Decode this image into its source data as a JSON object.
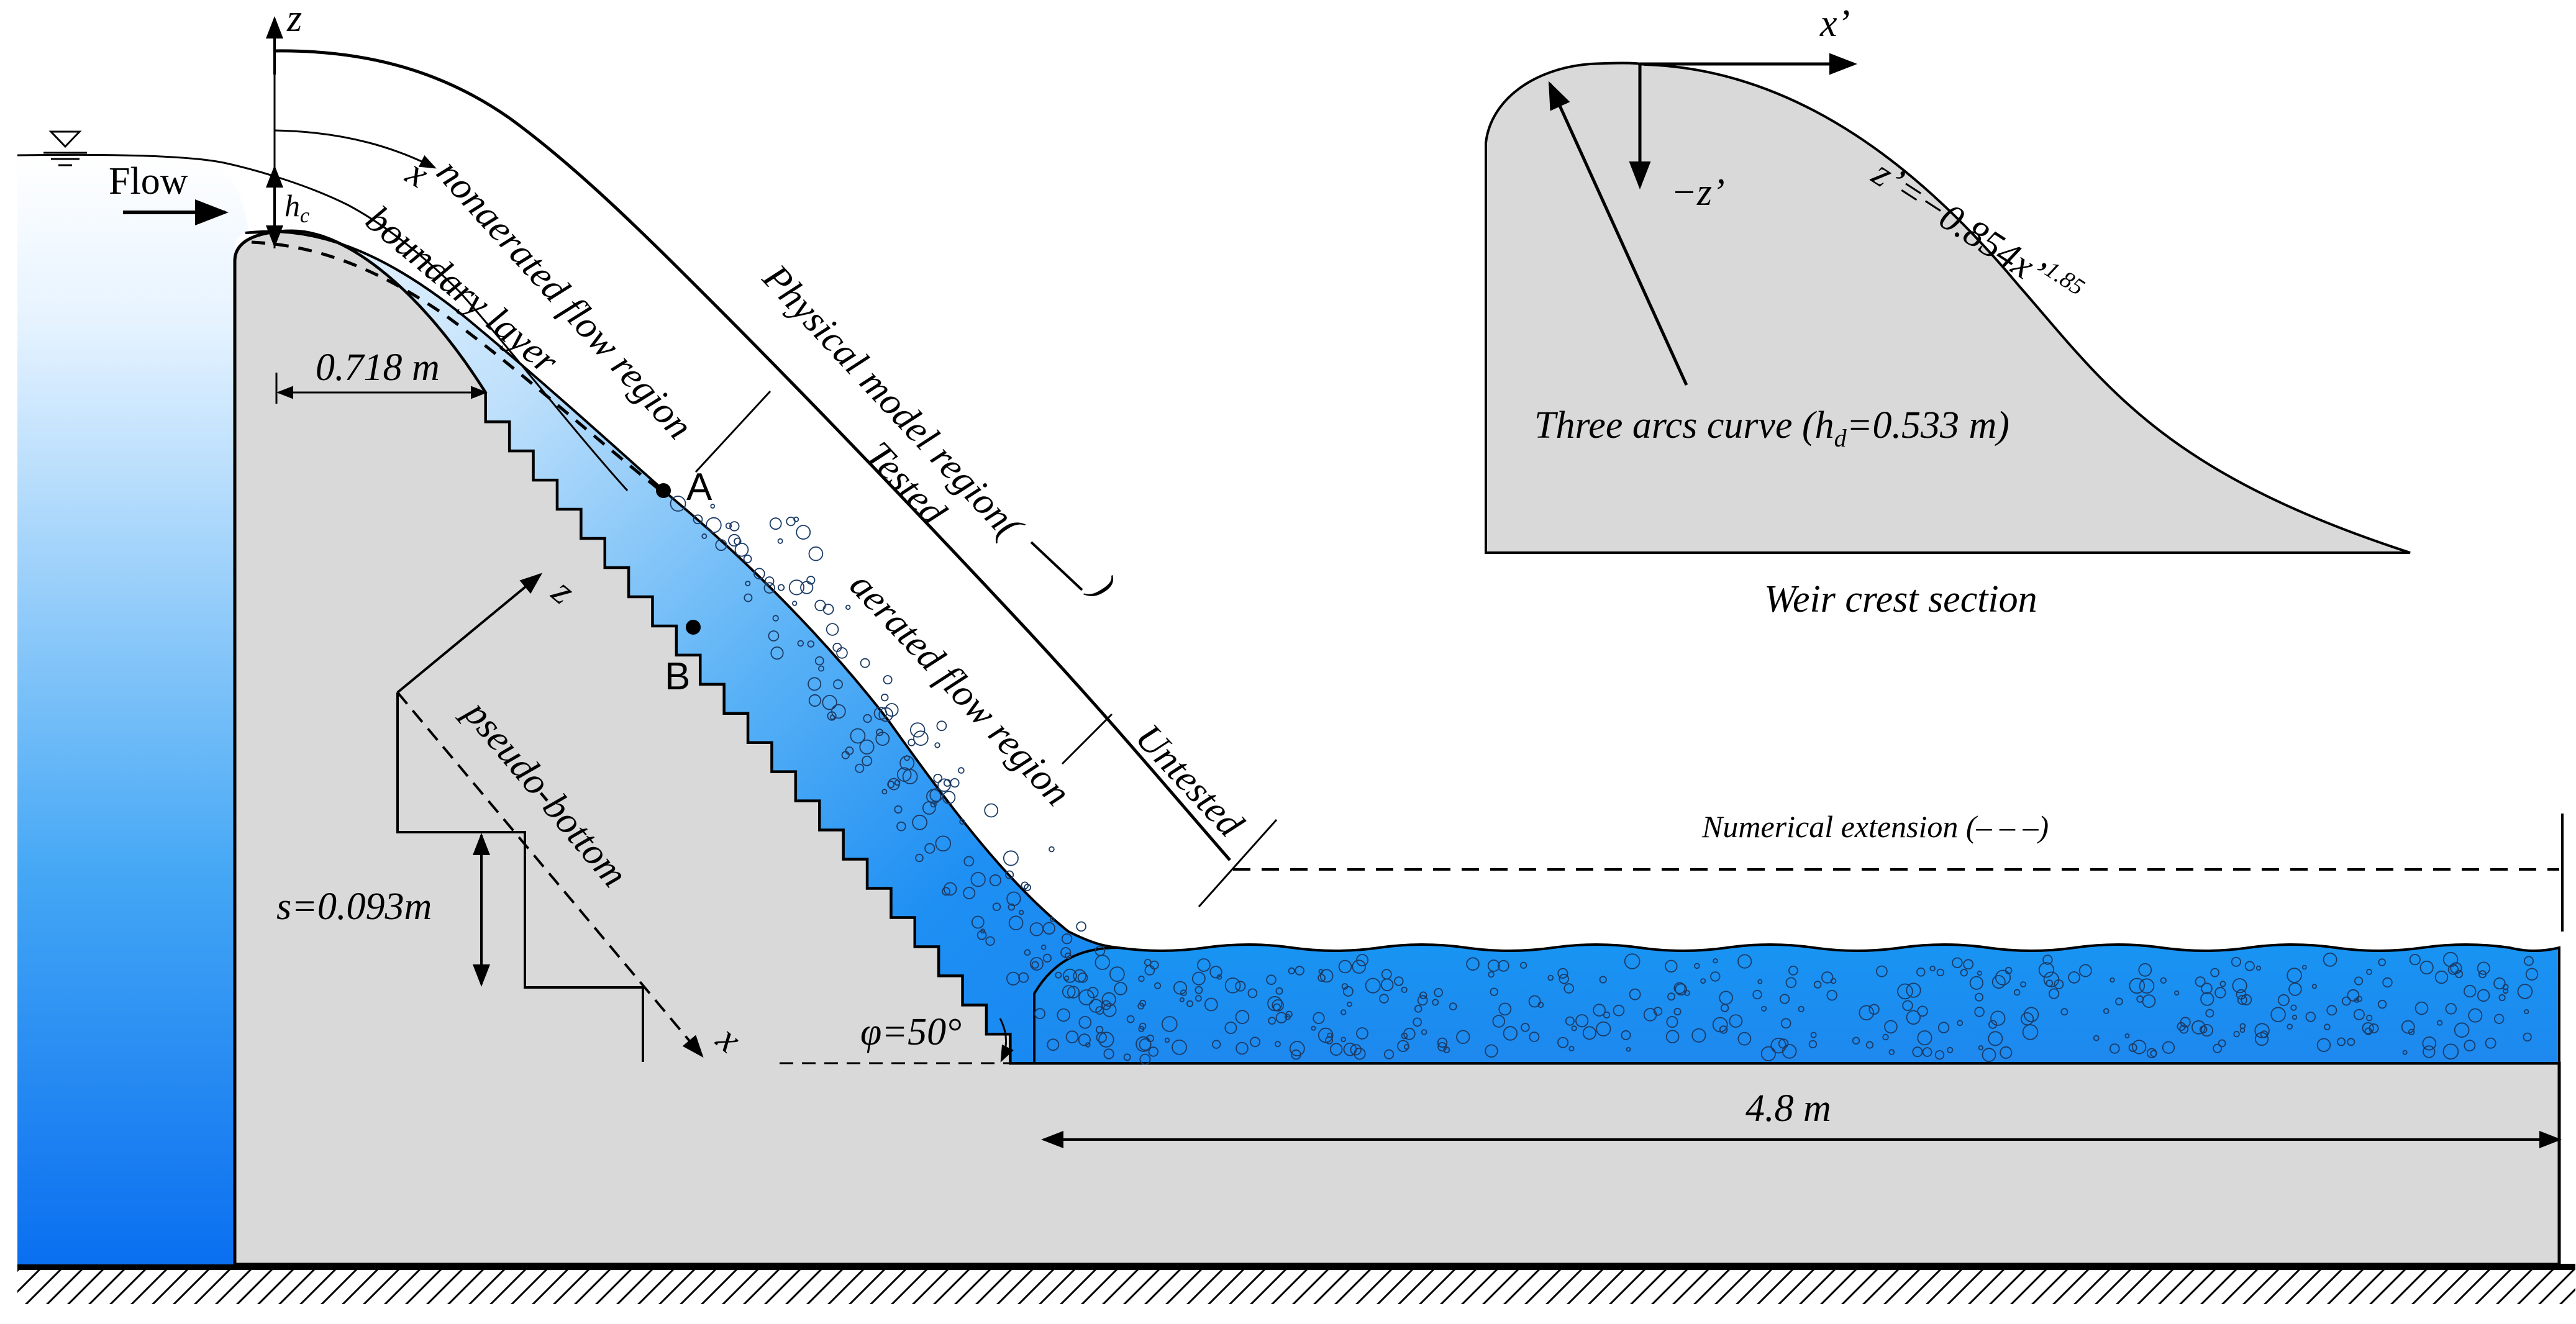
{
  "labels": {
    "flow": "Flow",
    "z": "z",
    "x": "x",
    "hc_h": "h",
    "hc_c": "c",
    "nonaerated": "nonaerated flow region",
    "boundary_layer": "boundary layer",
    "physical_model": "Physical model region(",
    "physical_model_end": ")",
    "tested": "Tested",
    "untested": "Untested",
    "aerated": "aerated flow region",
    "point_a": "A",
    "point_b": "B",
    "dim_0718": "0.718 m",
    "local_z": "z",
    "local_x": "x",
    "pseudo_bottom": "pseudo-bottom",
    "step_height": "s=0.093m",
    "angle": "φ=50°",
    "numerical_ext": "Numerical extension (– – –)",
    "dim_48": "4.8 m",
    "inset_x": "x’",
    "inset_z": "−z’",
    "inset_eq_main": "z’=−0.854x’",
    "inset_eq_exp": "1.85",
    "three_arcs_pre": "Three arcs curve (h",
    "three_arcs_sub": "d",
    "three_arcs_post": "=0.533 m)",
    "weir_section": "Weir crest section"
  },
  "colors": {
    "water_top": "#e6f3ff",
    "water_bottom": "#1f7ff0",
    "spill_light": "#d0e8ff",
    "spill_blue": "#1e8ff3",
    "concrete": "#d9d9d9",
    "line": "#000000"
  }
}
